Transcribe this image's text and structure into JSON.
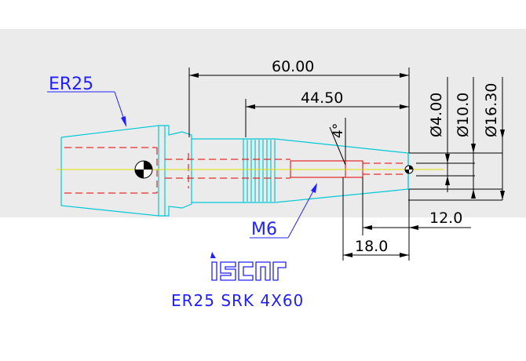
{
  "drawing": {
    "collet_label": "ER25",
    "thread_label": "M6",
    "dims": {
      "overall_length": "60.00",
      "body_length": "44.50",
      "taper_angle": "4°",
      "dia_small": "Ø4.00",
      "dia_mid": "Ø10.0",
      "dia_large": "Ø16.30",
      "len_12": "12.0",
      "len_18": "18.0"
    },
    "logo_text": "iscar",
    "part_name": "ER25 SRK 4X60"
  },
  "colors": {
    "outline": "#00c8d8",
    "hidden": "#e00000",
    "dimension": "#000000",
    "label": "#2020ff",
    "center": "#e0e000",
    "panel": "#ebebeb"
  }
}
